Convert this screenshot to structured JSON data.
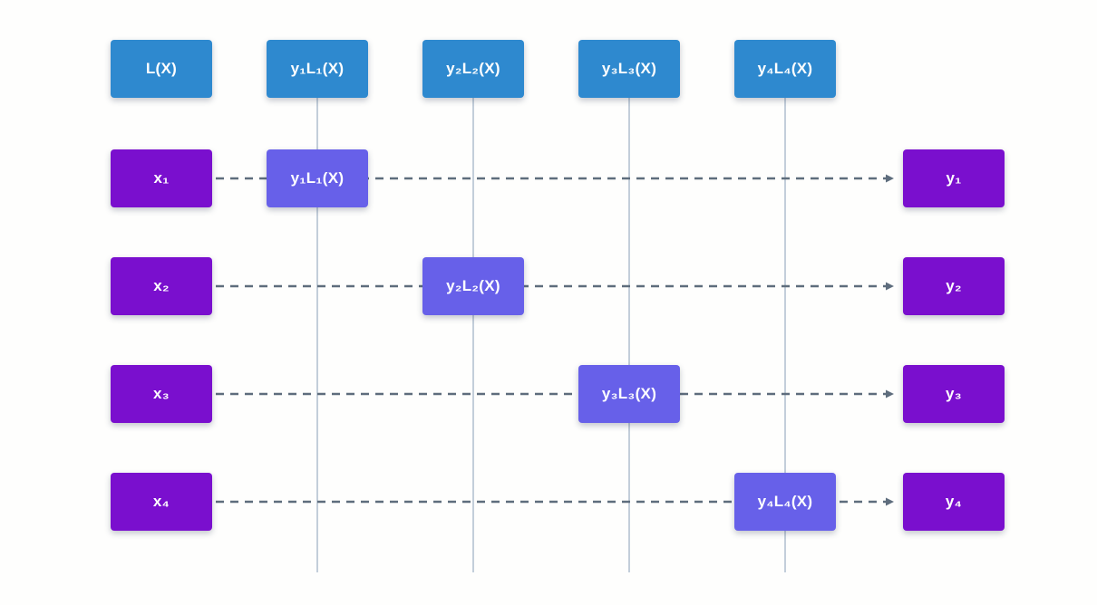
{
  "colors": {
    "header_box": "#2e89cf",
    "io_box": "#7a0fce",
    "term_box": "#6760e9",
    "column_line": "#c3ceda",
    "dash_arrow": "#5e6d7d",
    "box_text": "#ffffff",
    "background": "#fefefd"
  },
  "header": {
    "boxes": [
      {
        "label": "L(X)"
      },
      {
        "label": "y₁L₁(X)"
      },
      {
        "label": "y₂L₂(X)"
      },
      {
        "label": "y₃L₃(X)"
      },
      {
        "label": "y₄L₄(X)"
      }
    ]
  },
  "rows": [
    {
      "input": "x₁",
      "term": "y₁L₁(X)",
      "output": "y₁"
    },
    {
      "input": "x₂",
      "term": "y₂L₂(X)",
      "output": "y₂"
    },
    {
      "input": "x₃",
      "term": "y₃L₃(X)",
      "output": "y₃"
    },
    {
      "input": "x₄",
      "term": "y₄L₄(X)",
      "output": "y₄"
    }
  ]
}
